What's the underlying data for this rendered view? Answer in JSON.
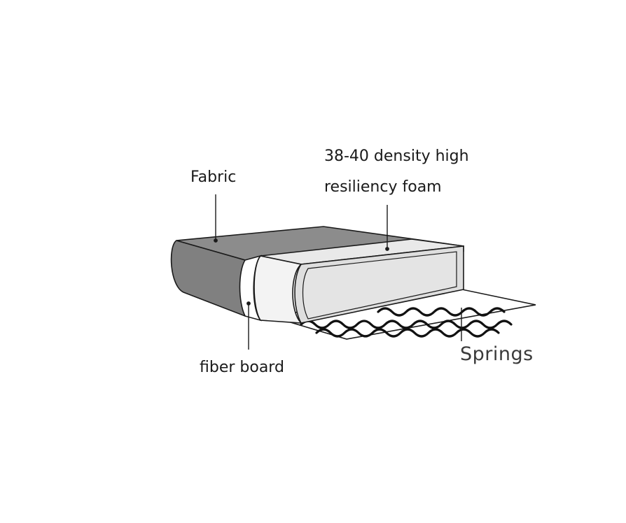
{
  "labels": {
    "fabric": "Fabric",
    "foam_line1": "38-40 density high",
    "foam_line2": "resiliency foam",
    "fiber_board": "fiber board",
    "springs": "Springs"
  },
  "colors": {
    "fabric": "#8c8c8c",
    "fabric_side": "#777777",
    "foam": "#e6e6e6",
    "foam_face": "#dcdcdc",
    "outline": "#1a1a1a",
    "fiber_board": "#ffffff"
  }
}
